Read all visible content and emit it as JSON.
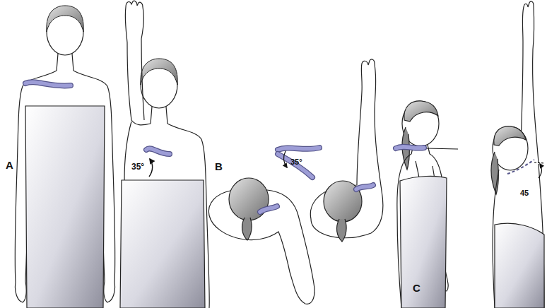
{
  "diagram": {
    "labels": [
      "A",
      "35°",
      "B",
      "35°",
      "C",
      "45"
    ]
  }
}
